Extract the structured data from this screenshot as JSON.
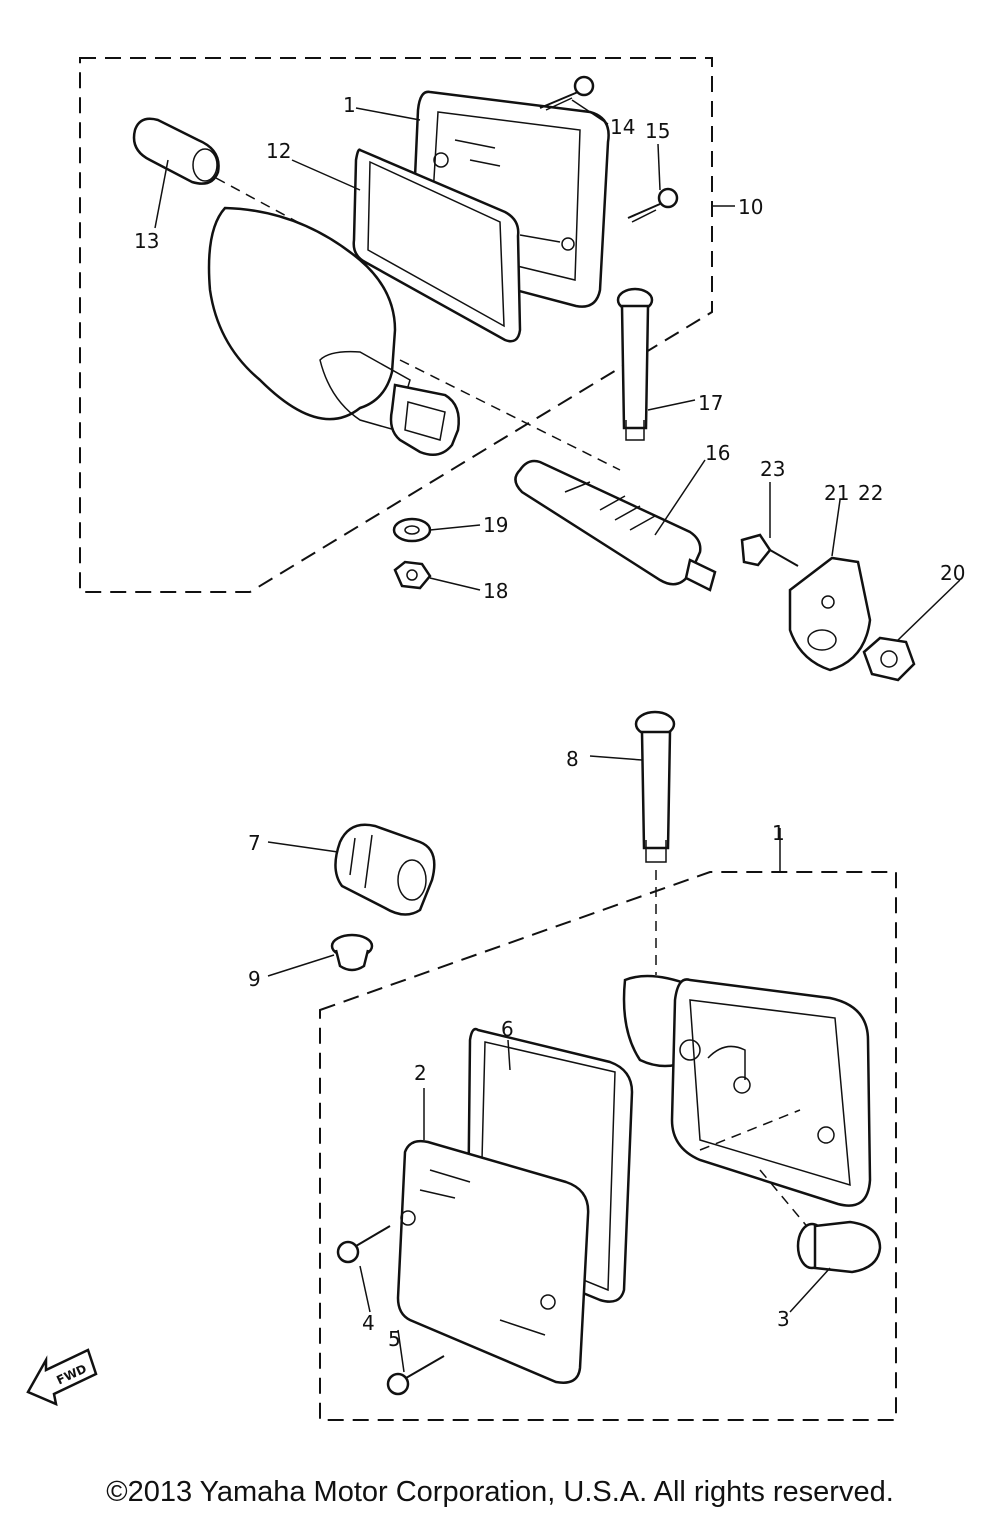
{
  "callouts": {
    "c1_top": "1",
    "c1_bottom": "1",
    "c2": "2",
    "c3": "3",
    "c4": "4",
    "c5": "5",
    "c6": "6",
    "c7": "7",
    "c8": "8",
    "c9": "9",
    "c10": "10",
    "c12": "12",
    "c13": "13",
    "c14": "14",
    "c15": "15",
    "c16": "16",
    "c17": "17",
    "c18": "18",
    "c19": "19",
    "c20": "20",
    "c21": "21",
    "c22": "22",
    "c23": "23"
  },
  "front_arrow_label": "FWD",
  "copyright": "©2013 Yamaha Motor Corporation, U.S.A. All rights reserved."
}
